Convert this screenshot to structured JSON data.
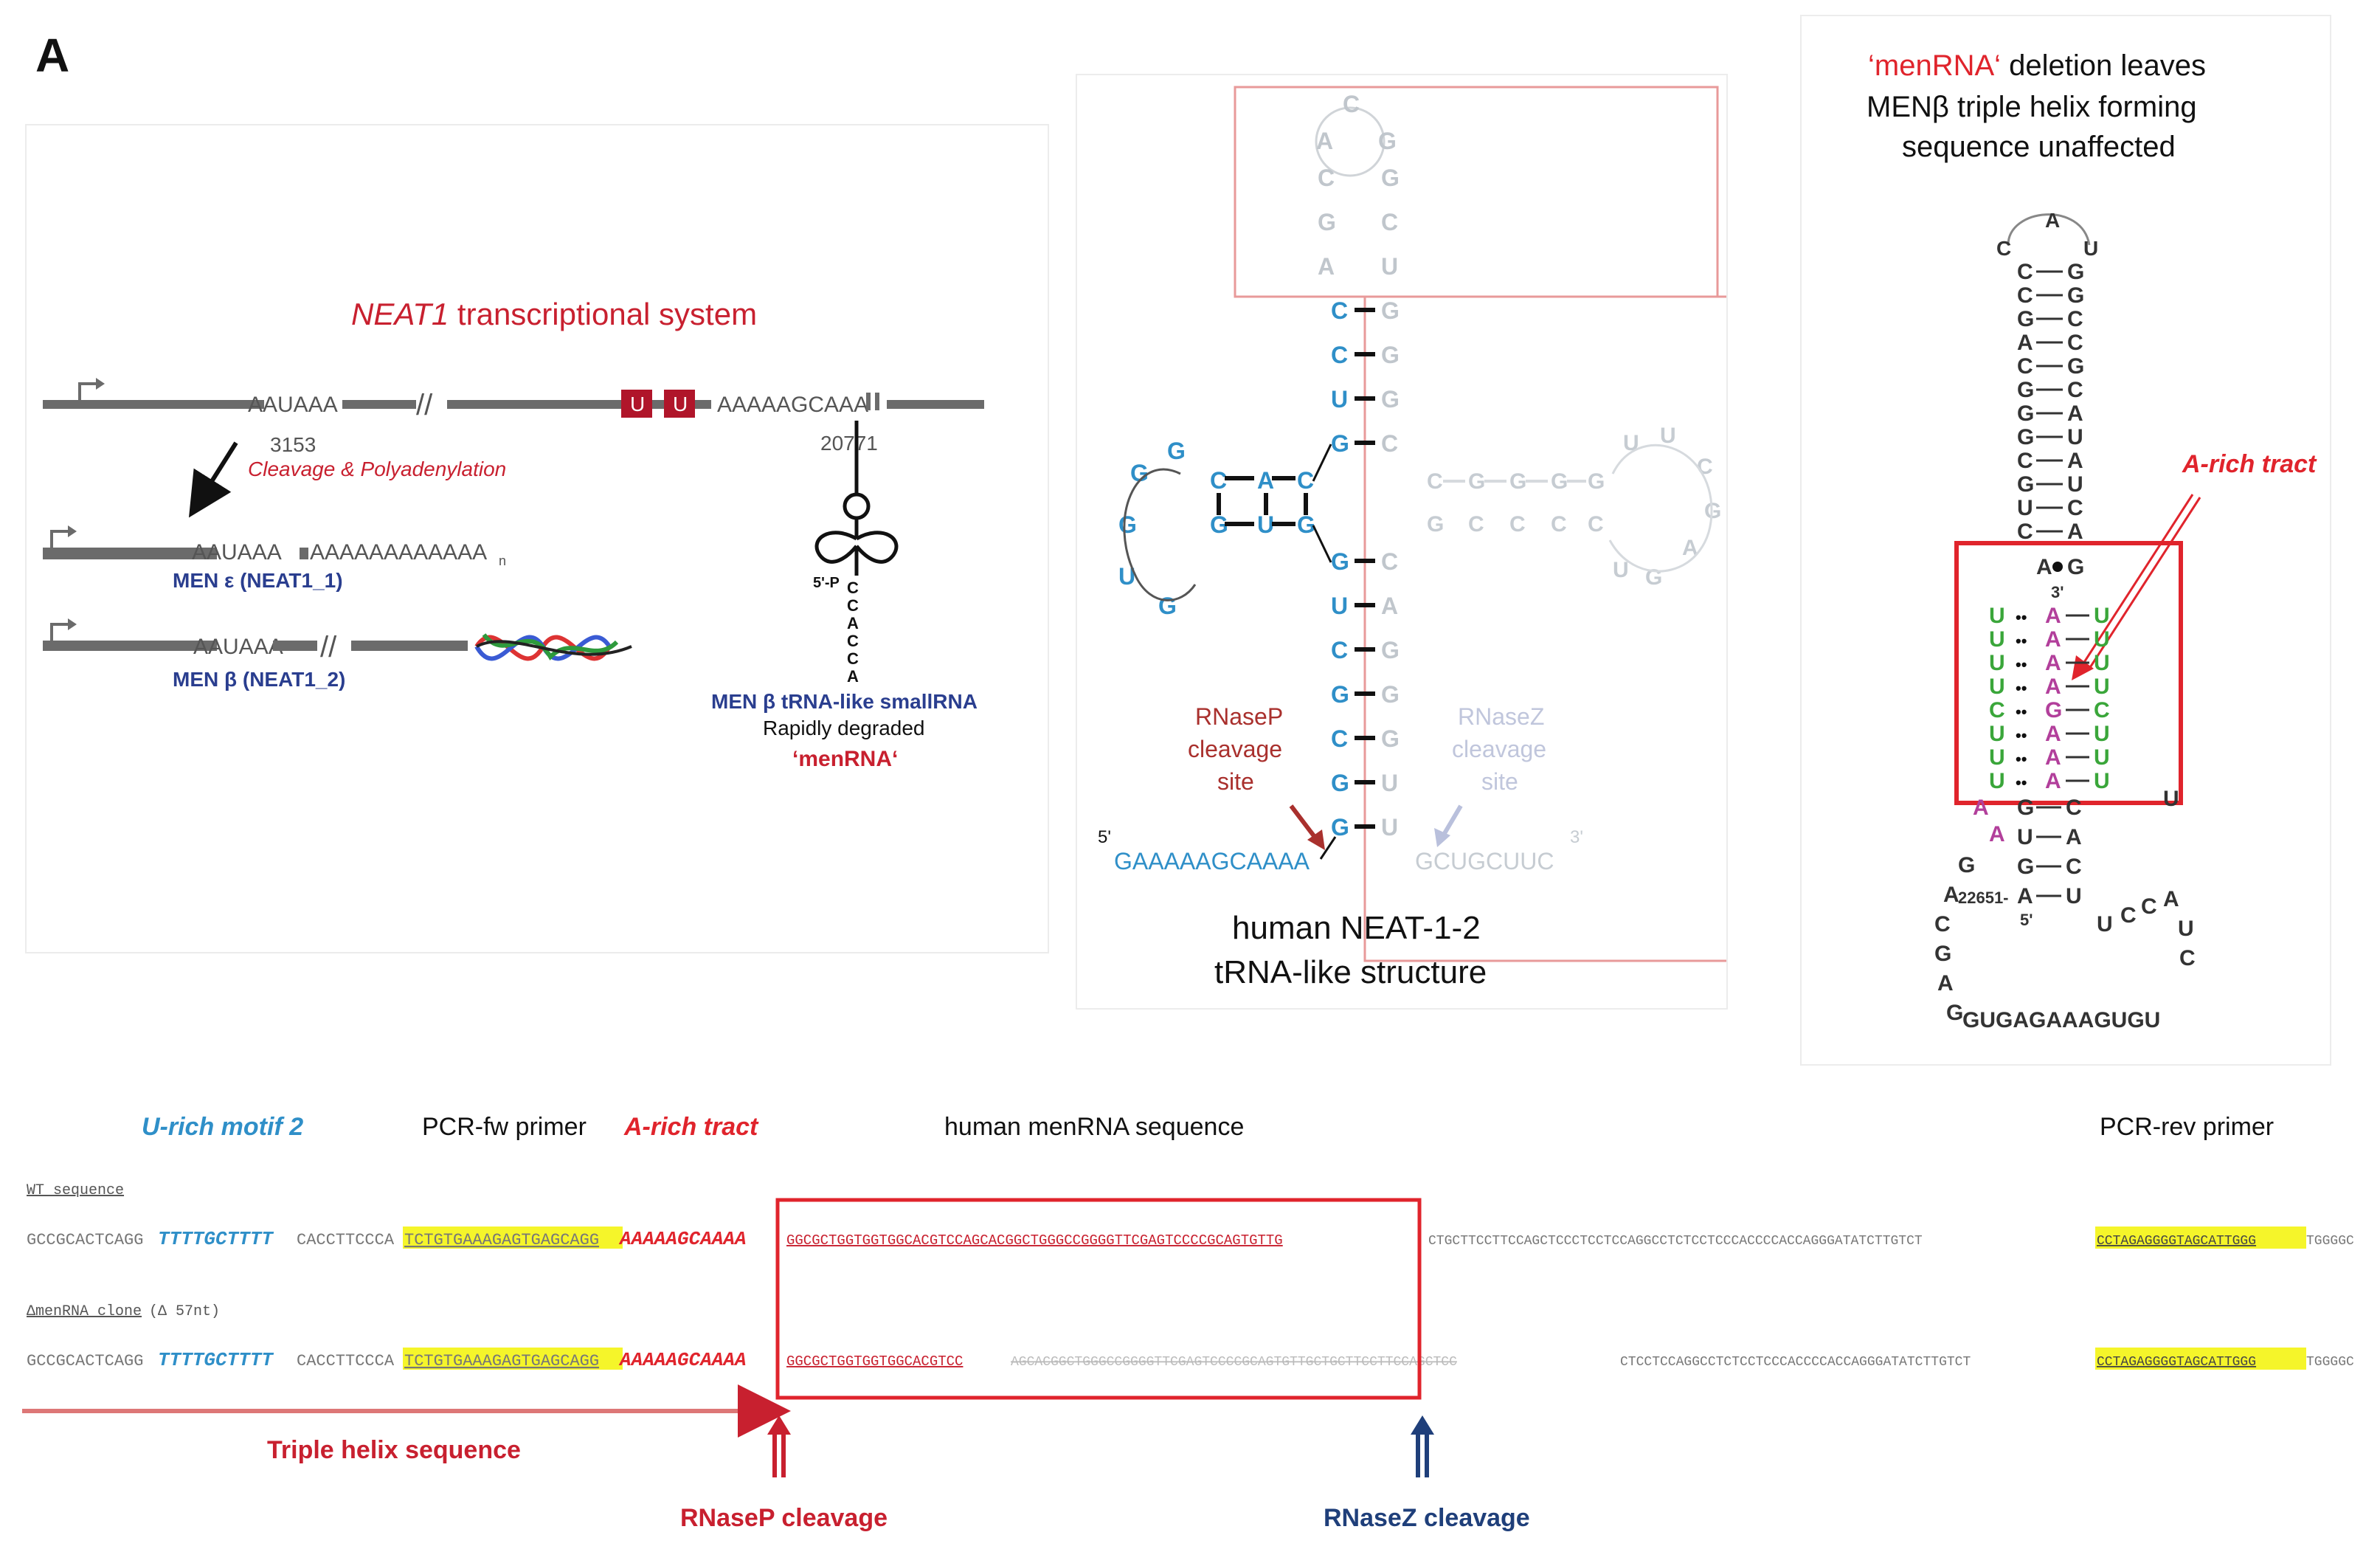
{
  "panel_label": "A",
  "neat1": {
    "title_italic": "NEAT1",
    "title_rest": " transcriptional system",
    "signal_1": "AAUAAA",
    "pos_3153": "3153",
    "cleavage": "Cleavage & Polyadenylation",
    "u_box": "U",
    "signal_2": "AAAAAGCAAA",
    "pos_20771": "20771",
    "men_epsilon_seq1": "AAUAAA",
    "men_epsilon_polyA": "AAAAAAAAAAAA",
    "polyA_sub": "n",
    "men_epsilon_label": "MEN ε (NEAT1_1)",
    "men_beta_seq": "AAUAAA",
    "men_beta_label": "MEN β (NEAT1_2)",
    "trna_5p": "5'-P",
    "trna_tail": [
      "C",
      "C",
      "A",
      "C",
      "C",
      "A"
    ],
    "small_rna_label": "MEN β tRNA-like smallRNA",
    "rapidly": "Rapidly degraded",
    "menrna": "‘menRNA‘"
  },
  "trna_structure": {
    "loop_top": [
      "A",
      "C",
      "G"
    ],
    "rnasep": [
      "RNaseP",
      "cleavage",
      "site"
    ],
    "rnasez": [
      "RNaseZ",
      "cleavage",
      "site"
    ],
    "five_prime": "5'",
    "three_prime": "3'",
    "seq_5p": "GAAAAAGCAAAA",
    "seq_3p": "GCUGCUUC",
    "caption_1": "human NEAT-1-2",
    "caption_2": "tRNA-like structure"
  },
  "triple_helix": {
    "title_1a": "‘menRNA‘",
    "title_1b": " deletion leaves",
    "title_2": "MENβ triple helix forming",
    "title_3": "sequence unaffected",
    "a_rich": "A-rich tract",
    "pos_22651": "22651-",
    "five": "5'",
    "three": "3'",
    "loop_bottom": "GUGAGAAAGUGU"
  },
  "sequence": {
    "u_rich": "U-rich motif 2",
    "pcr_fw": "PCR-fw primer",
    "a_rich": "A-rich tract",
    "menrna_seq": "human menRNA sequence",
    "pcr_rev": "PCR-rev primer",
    "wt_label": "WT sequence",
    "del_label": "ΔmenRNA clone",
    "del_note": "(Δ 57nt)",
    "s_pre": "GCCGCACTCAGG",
    "s_urich": "TTTTGCTTTT",
    "s_mid": "CACCTTCCCA",
    "s_fw": "TCTGTGAAAGAGTGAGCAGG",
    "s_arich": "AAAAAGCAAAA",
    "s_men": "GGCGCTGGTGGTGGCACGTCCAGCACGGCTGGGCCGGGGTTCGAGTCCCCGCAGTGTTG",
    "s_post": "CTGCTTCCTTCCAGCTCCCTCCTCCAGGCCTCTCCTCCCACCCCACCAGGGATATCTTGTCT",
    "s_rev": "CCTAGAGGGGTAGCATTGGG",
    "s_end": "TGGGGC",
    "d_men": "GGCGCTGGTGGTGGCACGTCC",
    "d_deleted": "AGCACGGCTGGGCCGGGGTTCGAGTCCCCGCAGTGTTGCTGCTTCCTTCCAGCTCC",
    "d_post": "CTCCTCCAGGCCTCTCCTCCCACCCCACCAGGGATATCTTGTCT",
    "triple_label": "Triple helix sequence",
    "rnasep_label": "RNaseP cleavage",
    "rnasez_label": "RNaseZ cleavage"
  },
  "colors": {
    "red": "#c8202f",
    "dark_red": "#b0152a",
    "blue": "#2f8fc8",
    "navy": "#1f3f7a",
    "green": "#3aa63a",
    "magenta": "#b23f9b",
    "yellow": "#f5f52a",
    "grey_backbone": "#6b6b6b",
    "pale": "#c8ccd0"
  }
}
